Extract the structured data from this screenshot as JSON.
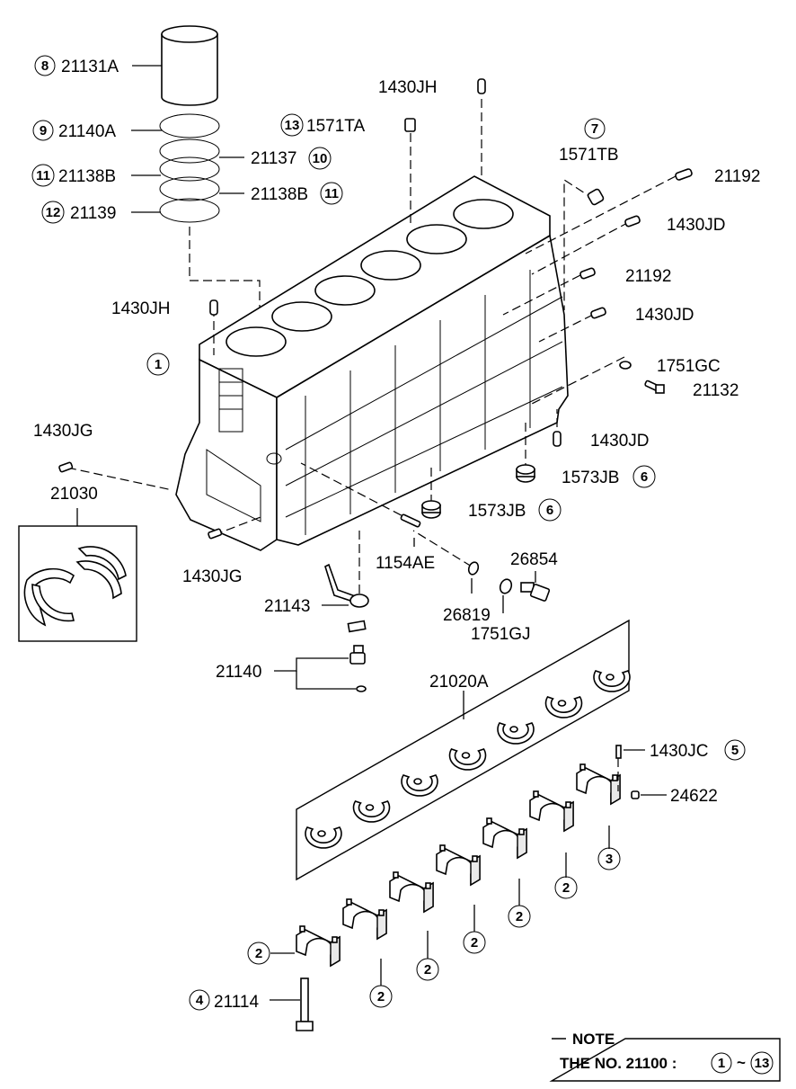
{
  "parts": {
    "p21131A": "21131A",
    "p21140A": "21140A",
    "p21137": "21137",
    "p21138B_l": "21138B",
    "p21138B_r": "21138B",
    "p21139": "21139",
    "p1430JH_top": "1430JH",
    "p1571TA": "1571TA",
    "p1571TB": "1571TB",
    "p21192_a": "21192",
    "p1430JD_a": "1430JD",
    "p21192_b": "21192",
    "p1430JD_b": "1430JD",
    "p1430JH_left": "1430JH",
    "p1751GC": "1751GC",
    "p21132": "21132",
    "p1430JG_a": "1430JG",
    "p1430JD_c": "1430JD",
    "p21030": "21030",
    "p1573JB_a": "1573JB",
    "p1573JB_b": "1573JB",
    "p1430JG_b": "1430JG",
    "p1154AE": "1154AE",
    "p26854": "26854",
    "p21143": "21143",
    "p26819": "26819",
    "p1751GJ": "1751GJ",
    "p21140": "21140",
    "p21020A": "21020A",
    "p1430JC": "1430JC",
    "p24622": "24622",
    "p21114": "21114"
  },
  "callouts": {
    "c1": "1",
    "c2": "2",
    "c3": "3",
    "c4": "4",
    "c5": "5",
    "c6": "6",
    "c7": "7",
    "c8": "8",
    "c9": "9",
    "c10": "10",
    "c11": "11",
    "c12": "12",
    "c13": "13"
  },
  "note": {
    "title": "NOTE",
    "text": "THE NO. 21100  :",
    "from": "1",
    "sep": "~",
    "to": "13"
  }
}
